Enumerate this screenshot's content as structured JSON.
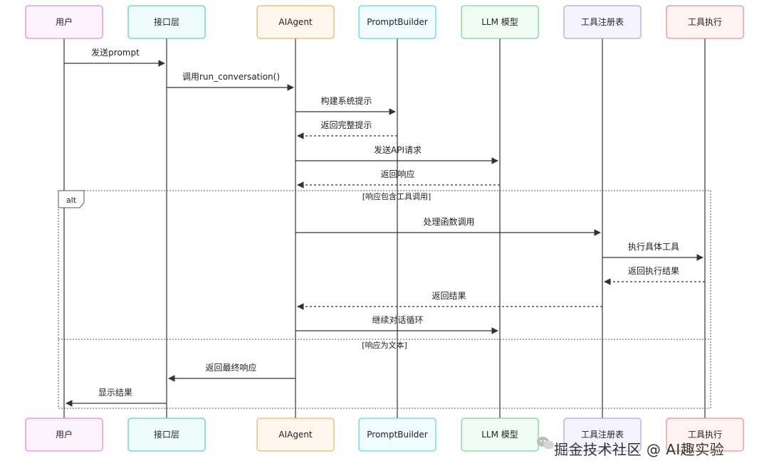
{
  "participants": [
    {
      "id": "user",
      "label": "用户",
      "fill": "#fdf3fd",
      "stroke": "#e58ae8"
    },
    {
      "id": "api",
      "label": "接口层",
      "fill": "#effdfa",
      "stroke": "#5fd3bd"
    },
    {
      "id": "agent",
      "label": "AIAgent",
      "fill": "#fff6ec",
      "stroke": "#f5b56a"
    },
    {
      "id": "prompt",
      "label": "PromptBuilder",
      "fill": "#effdfe",
      "stroke": "#63d8e4"
    },
    {
      "id": "llm",
      "label": "LLM 模型",
      "fill": "#f0fdf4",
      "stroke": "#7ad89b"
    },
    {
      "id": "registry",
      "label": "工具注册表",
      "fill": "#f5f3fe",
      "stroke": "#b4a8ea"
    },
    {
      "id": "exec",
      "label": "工具执行",
      "fill": "#fef2f2",
      "stroke": "#f08f8f"
    }
  ],
  "messages": [
    {
      "from": "user",
      "to": "api",
      "text": "发送prompt",
      "style": "solid"
    },
    {
      "from": "api",
      "to": "agent",
      "text": "调用run_conversation()",
      "style": "solid"
    },
    {
      "from": "agent",
      "to": "prompt",
      "text": "构建系统提示",
      "style": "solid"
    },
    {
      "from": "prompt",
      "to": "agent",
      "text": "返回完整提示",
      "style": "dashed"
    },
    {
      "from": "agent",
      "to": "llm",
      "text": "发送API请求",
      "style": "solid"
    },
    {
      "from": "llm",
      "to": "agent",
      "text": "返回响应",
      "style": "dashed"
    },
    {
      "from": "agent",
      "to": "registry",
      "text": "处理函数调用",
      "style": "solid"
    },
    {
      "from": "registry",
      "to": "exec",
      "text": "执行具体工具",
      "style": "solid"
    },
    {
      "from": "exec",
      "to": "registry",
      "text": "返回执行结果",
      "style": "dashed"
    },
    {
      "from": "registry",
      "to": "agent",
      "text": "返回结果",
      "style": "dashed"
    },
    {
      "from": "agent",
      "to": "llm",
      "text": "继续对话循环",
      "style": "solid"
    },
    {
      "from": "agent",
      "to": "api",
      "text": "返回最终响应",
      "style": "solid"
    },
    {
      "from": "api",
      "to": "user",
      "text": "显示结果",
      "style": "solid"
    }
  ],
  "alt_frame": {
    "keyword": "alt",
    "condition_1": "[响应包含工具调用]",
    "condition_2": "[响应为文本]"
  },
  "watermark": {
    "text": "掘金技术社区 @ AI趣实验"
  },
  "colors": {
    "line": "#333333",
    "lifeline": "#333333",
    "frame": "#555555"
  }
}
